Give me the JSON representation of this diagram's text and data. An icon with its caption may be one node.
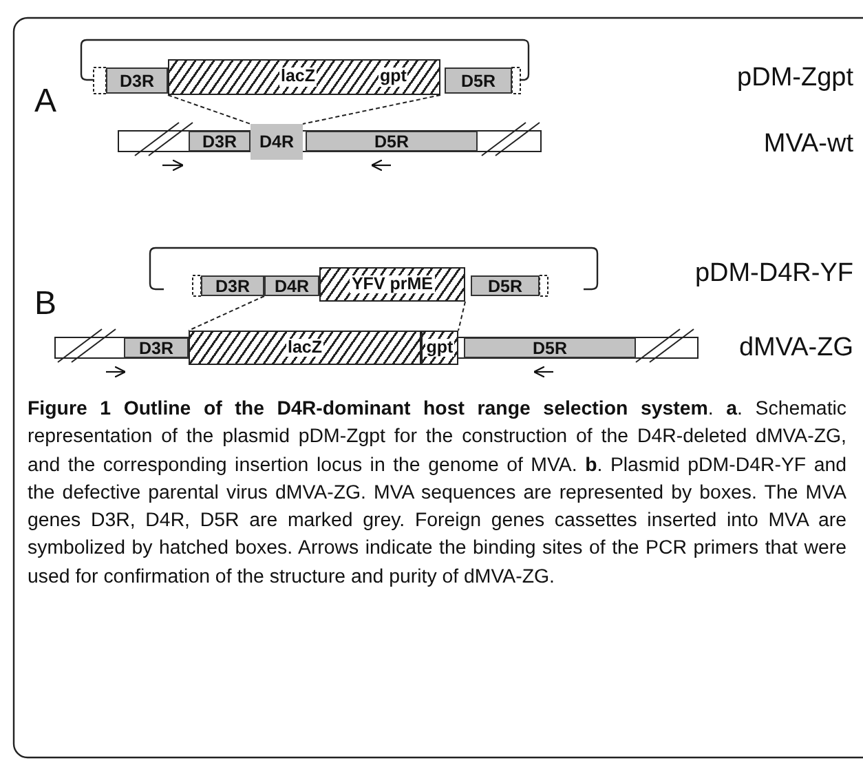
{
  "diagram": {
    "caption": "**Figure 1 Outline of the D4R-dominant host range selection system**. **a**. Schematic representation of the plasmid pDM-Zgpt for the construction of the D4R-deleted dMVA-ZG, and the corresponding insertion locus in the genome of MVA. **b**. Plasmid pDM-D4R-YF and the defective parental virus dMVA-ZG. MVA sequences are represented by boxes. The MVA genes D3R, D4R, D5R are marked grey. Foreign genes cassettes inserted into MVA are symbolized by hatched boxes. Arrows indicate the binding sites of the PCR primers that were used for confirmation of the structure and purity of dMVA-ZG.",
    "nodes": [
      {
        "text": [
          "D3R"
        ]
      },
      {
        "text": [
          "lacZ",
          "gpt"
        ]
      },
      {
        "text": [
          "D5R"
        ]
      },
      {
        "text": [
          "D3R"
        ]
      },
      {
        "text": [
          "D4R"
        ]
      },
      {
        "text": [
          "D5R"
        ]
      },
      {
        "text": [
          "D3R"
        ]
      },
      {
        "text": [
          "D4R"
        ]
      },
      {
        "text": [
          "YFV prME"
        ]
      },
      {
        "text": [
          "D5R"
        ]
      },
      {
        "text": [
          "D3R"
        ]
      },
      {
        "text": [
          "lacZ"
        ]
      },
      {
        "text": [
          "gpt"
        ]
      },
      {
        "text": [
          "D5R"
        ]
      }
    ],
    "edges": [
      {
        "from": 1,
        "to": 4,
        "arrow": "none",
        "style": "dashed"
      },
      {
        "from": 1,
        "to": 4,
        "arrow": "none",
        "style": "dashed"
      },
      {
        "from": 7,
        "to": 11,
        "arrow": "none",
        "style": "dashed"
      },
      {
        "from": 8,
        "to": 12,
        "arrow": "none",
        "style": "dashed"
      }
    ],
    "labels": [
      "A",
      "pDM-Zgpt",
      "MVA-wt",
      "pDM-D4R-YF",
      "B",
      "dMVA-ZG"
    ]
  }
}
